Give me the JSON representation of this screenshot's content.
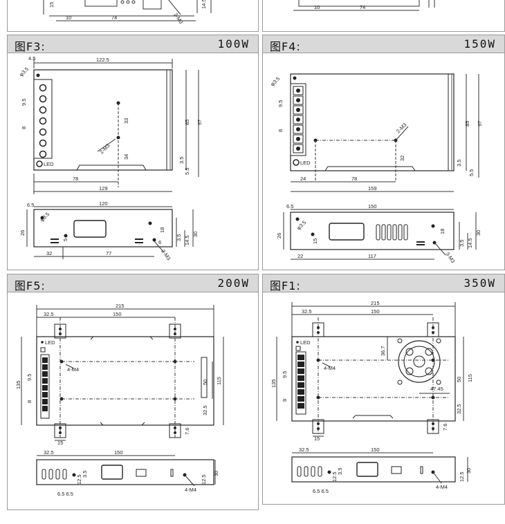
{
  "top_strip": {
    "dims": [
      "10",
      "74",
      "15",
      "14.5",
      "2-M3",
      "10",
      "74"
    ]
  },
  "panels": [
    {
      "id": "F3",
      "label": "图F3:",
      "power": "100W",
      "dims": {
        "d1": "4.5",
        "d2": "122.5",
        "d3": "φ3.5",
        "d4": "9.5",
        "d5": "8",
        "d6": "33",
        "d7": "34",
        "d8": "2-M3",
        "d9": "85",
        "d10": "97",
        "d11": "3.5",
        "d12": "5.5",
        "d13": "78",
        "d14": "129",
        "s1": "6.5",
        "s2": "120",
        "s3": "26",
        "s4": "φ3.5",
        "s5": "5",
        "s6": "18",
        "s7": "3.5",
        "s8": "14.5",
        "s9": "30",
        "s10": "32",
        "s11": "77",
        "s12": "2-M3",
        "s13": "6"
      },
      "led": "LED"
    },
    {
      "id": "F4",
      "label": "图F4:",
      "power": "150W",
      "dims": {
        "d3": "φ3.5",
        "d4": "9.5",
        "d5": "8",
        "d8": "2-M3",
        "d7": "32",
        "d9": "85",
        "d10": "97",
        "d11": "3.5",
        "d12": "5.5",
        "d13": "24",
        "d15": "78",
        "d14": "159",
        "s1": "6.5",
        "s2": "150",
        "s3": "26",
        "s4": "φ3.5",
        "s5": "15",
        "s6": "18",
        "s7": "3.5",
        "s8": "14.5",
        "s9": "30",
        "s10": "22",
        "s11": "117",
        "s12": "3-M3"
      },
      "led": "LED"
    },
    {
      "id": "F5",
      "label": "图F5:",
      "power": "200W",
      "dims": {
        "d1": "215",
        "d2": "32.5",
        "d3": "150",
        "d4": "135",
        "d5": "9.5",
        "d6": "8",
        "d7": "4-M4",
        "d8": "50",
        "d9": "115",
        "d10": "32.5",
        "d11": "15",
        "d12": "7.6",
        "s1": "32.5",
        "s2": "150",
        "s3": "12.5",
        "s4": "3.5",
        "s5": "12.5",
        "s6": "30",
        "s7": "6.5 6.5",
        "s8": "4-M4"
      },
      "led": "LED"
    },
    {
      "id": "F1",
      "label": "图F1:",
      "power": "350W",
      "dims": {
        "d1": "215",
        "d2": "32.5",
        "d3": "150",
        "d4": "135",
        "d5": "9.5",
        "d6": "8",
        "d7": "4-M4",
        "d8": "36.7",
        "d9": "47.45",
        "d10": "50",
        "d11": "115",
        "d12": "32.5",
        "d13": "15",
        "d14": "7.6",
        "s1": "32.5",
        "s2": "150",
        "s3": "12.5",
        "s4": "3.5",
        "s5": "12.5",
        "s6": "30",
        "s7": "6.5 6.5",
        "s8": "4-M4"
      },
      "led": "LED"
    }
  ]
}
